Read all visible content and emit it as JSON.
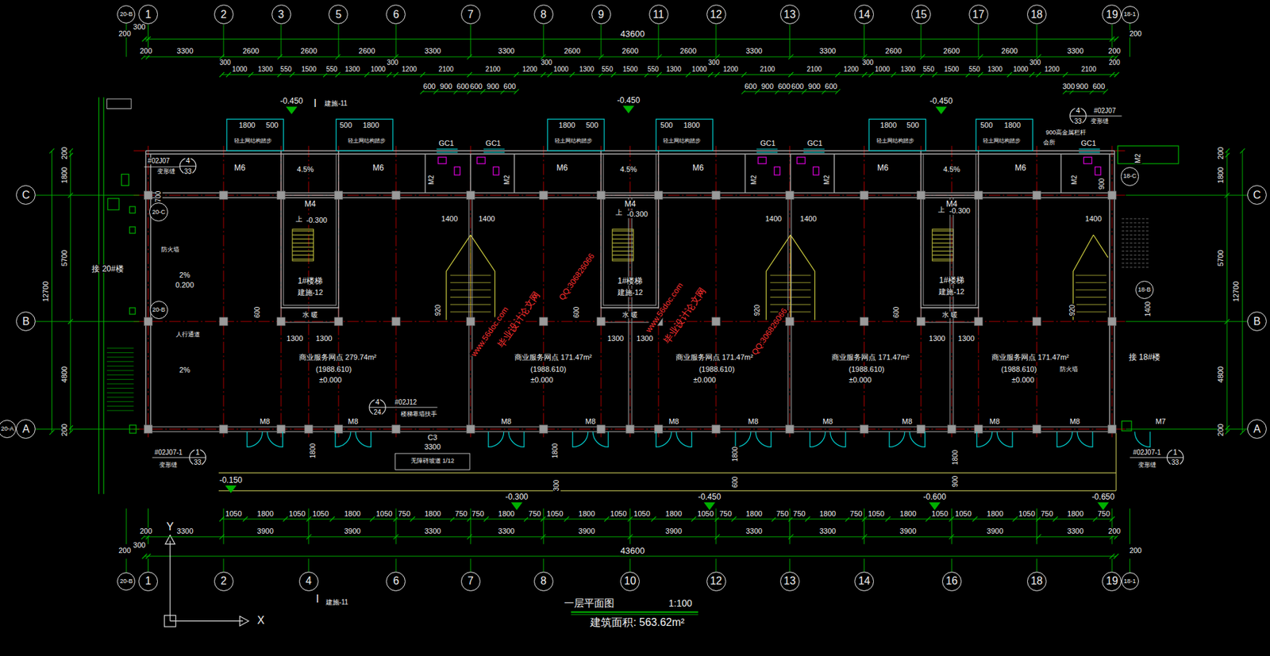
{
  "diagram": {
    "title": "一层平面图",
    "nodes": [
      {
        "text": [
          "20-B"
        ]
      },
      {
        "text": [
          "1"
        ]
      },
      {
        "text": [
          "2"
        ]
      },
      {
        "text": [
          "3"
        ]
      },
      {
        "text": [
          "5"
        ]
      },
      {
        "text": [
          "6"
        ]
      },
      {
        "text": [
          "7"
        ]
      },
      {
        "text": [
          "8"
        ]
      },
      {
        "text": [
          "9"
        ]
      },
      {
        "text": [
          "11"
        ]
      },
      {
        "text": [
          "12"
        ]
      },
      {
        "text": [
          "13"
        ]
      },
      {
        "text": [
          "14"
        ]
      },
      {
        "text": [
          "15"
        ]
      },
      {
        "text": [
          "17"
        ]
      },
      {
        "text": [
          "18"
        ]
      },
      {
        "text": [
          "19"
        ]
      },
      {
        "text": [
          "18-1"
        ]
      },
      {
        "text": [
          "C"
        ]
      },
      {
        "text": [
          "C"
        ]
      },
      {
        "text": [
          "18-C"
        ]
      },
      {
        "text": [
          "20-C"
        ]
      },
      {
        "text": [
          "18-B"
        ]
      },
      {
        "text": [
          "20-B"
        ]
      },
      {
        "text": [
          "B"
        ]
      },
      {
        "text": [
          "B"
        ]
      },
      {
        "text": [
          "20-A"
        ]
      },
      {
        "text": [
          "A"
        ]
      },
      {
        "text": [
          "A"
        ]
      },
      {
        "text": [
          "20-B"
        ]
      },
      {
        "text": [
          "1"
        ]
      },
      {
        "text": [
          "2"
        ]
      },
      {
        "text": [
          "4"
        ]
      },
      {
        "text": [
          "6"
        ]
      },
      {
        "text": [
          "7"
        ]
      },
      {
        "text": [
          "8"
        ]
      },
      {
        "text": [
          "10"
        ]
      },
      {
        "text": [
          "12"
        ]
      },
      {
        "text": [
          "13"
        ]
      },
      {
        "text": [
          "14"
        ]
      },
      {
        "text": [
          "16"
        ]
      },
      {
        "text": [
          "18"
        ]
      },
      {
        "text": [
          "19"
        ]
      },
      {
        "text": [
          "18-1"
        ]
      }
    ],
    "labels": [
      "200",
      "300",
      "43600",
      "200",
      "-0.450",
      "I",
      "建施-11",
      "-0.450",
      "-0.450",
      "4",
      "33",
      "#02J07",
      "变形缝",
      "1800",
      "500",
      "500",
      "1800",
      "1800",
      "500",
      "500",
      "1800",
      "1800",
      "500",
      "500",
      "1800",
      "900高金属栏杆",
      "轻土网结构踏步",
      "轻土网结构踏步",
      "轻土网结构踏步",
      "轻土网结构踏步",
      "轻土网结构踏步",
      "轻土网结构踏步",
      "GC1",
      "GC1",
      "GC1",
      "GC1",
      "GC1",
      "会所",
      "#02J07",
      "4",
      "33",
      "变形缝",
      "M6",
      "M6",
      "M6",
      "M6",
      "M6",
      "M6",
      "4.5%",
      "4.5%",
      "4.5%",
      "M2",
      "M2",
      "M2",
      "M2",
      "M2",
      "M2",
      "900",
      "700",
      "M4",
      "M4",
      "M4",
      "上",
      "-0.300",
      "上",
      "-0.300",
      "上",
      "-0.300",
      "1400",
      "1400",
      "1400",
      "1400",
      "1400",
      "防火墙",
      "2%",
      "0.200",
      "接 20#楼",
      "1#楼梯",
      "建施-12",
      "1#楼梯",
      "建施-12",
      "1#楼梯",
      "建施-12",
      "水 暖",
      "水 暖",
      "水 暖",
      "600",
      "920",
      "600",
      "920",
      "600",
      "920",
      "1400",
      "人行通道",
      "1300",
      "1300",
      "1300",
      "1300",
      "1300",
      "1300",
      "商业服务网点 279.74m²",
      "(1988.610)",
      "±0.000",
      "商业服务网点 171.47m²",
      "(1988.610)",
      "±0.000",
      "商业服务网点 171.47m²",
      "(1988.610)",
      "±0.000",
      "商业服务网点 171.47m²",
      "(1988.610)",
      "±0.000",
      "商业服务网点 171.47m²",
      "(1988.610)",
      "±0.000",
      "2%",
      "防火墙",
      "接 18#楼",
      "4",
      "24",
      "#02J12",
      "楼梯靠墙扶手",
      "M8",
      "M8",
      "M8",
      "M8",
      "M8",
      "M8",
      "M8",
      "M8",
      "M8",
      "M8",
      "M7",
      "C3",
      "3300",
      "无障碍坡道 1/12",
      "#02J07-1",
      "1",
      "33",
      "变形缝",
      "#02J07-1",
      "1",
      "33",
      "变形缝",
      "1800",
      "1800",
      "1800",
      "1800",
      "-0.150",
      "300",
      "600",
      "900",
      "-0.300",
      "-0.450",
      "-0.600",
      "-0.650",
      "Y",
      "200",
      "300",
      "43600",
      "200",
      "X",
      "I",
      "建施-11",
      "1:100",
      "建筑面积: 563.62m²",
      "www.56doc.com",
      "毕业设计论文网",
      "QQ:306826066",
      "www.56doc.com",
      "毕业设计论文网",
      "QQ:306826066",
      "200",
      "3300",
      "2600",
      "2600",
      "2600",
      "3300",
      "3300",
      "2600",
      "2600",
      "2600",
      "3300",
      "3300",
      "2600",
      "2600",
      "2600",
      "3300",
      "200",
      "300",
      "1000",
      "1300",
      "550",
      "1500",
      "550",
      "1300",
      "1000",
      "300",
      "1200",
      "2100",
      "2100",
      "1200",
      "300",
      "1000",
      "1300",
      "550",
      "1500",
      "550",
      "1300",
      "1000",
      "300",
      "1200",
      "2100",
      "2100",
      "1200",
      "300",
      "1000",
      "1300",
      "550",
      "1500",
      "550",
      "1300",
      "1000",
      "300",
      "1200",
      "2100",
      "200",
      "600",
      "900",
      "600",
      "600",
      "900",
      "600",
      "600",
      "900",
      "600",
      "600",
      "900",
      "600",
      "300",
      "900",
      "600",
      "1050",
      "1800",
      "1050",
      "1050",
      "1800",
      "1050",
      "750",
      "1800",
      "750",
      "750",
      "1800",
      "750",
      "1050",
      "1800",
      "1050",
      "1050",
      "1800",
      "1050",
      "750",
      "1800",
      "750",
      "750",
      "1800",
      "750",
      "1050",
      "1800",
      "1050",
      "1050",
      "1800",
      "1050",
      "750",
      "1800",
      "750",
      "200",
      "3300",
      "3900",
      "3900",
      "3300",
      "3300",
      "3900",
      "3900",
      "3300",
      "3300",
      "3900",
      "3900",
      "3300",
      "200",
      "200",
      "1800",
      "5700",
      "4800",
      "200",
      "12700",
      "200",
      "1800",
      "5700",
      "4800",
      "200",
      "12700"
    ]
  }
}
